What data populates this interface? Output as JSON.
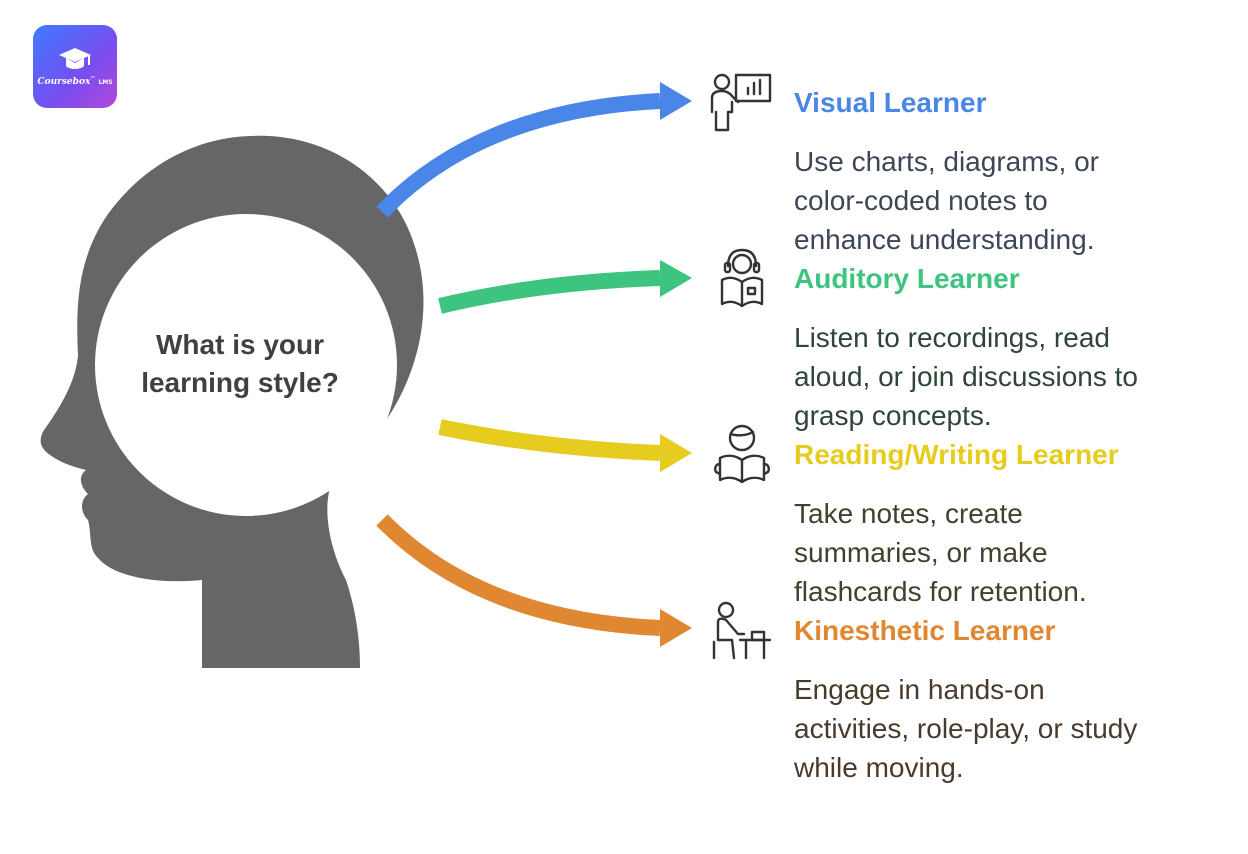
{
  "logo": {
    "name": "Coursebox",
    "trademark": "™",
    "suffix": "LMS"
  },
  "center_question": "What is your learning style?",
  "colors": {
    "head": "#666666",
    "visual": "#4a86e8",
    "auditory": "#3dc47e",
    "reading_writing": "#e6cc1e",
    "kinesthetic": "#e08732",
    "question_text": "#404040"
  },
  "styles": [
    {
      "key": "visual",
      "title": "Visual Learner",
      "title_color": "#4a86e8",
      "desc_color": "#3c4656",
      "description_lines": [
        "Use charts, diagrams, or",
        "color-coded notes to",
        "enhance understanding."
      ],
      "icon": "presenter-chart-icon"
    },
    {
      "key": "auditory",
      "title": "Auditory Learner",
      "title_color": "#3dc47e",
      "desc_color": "#2f4538",
      "description_lines": [
        "Listen to recordings, read",
        "aloud, or join discussions to",
        "grasp concepts."
      ],
      "icon": "headphones-reader-icon"
    },
    {
      "key": "reading_writing",
      "title": "Reading/Writing Learner",
      "title_color": "#e6cc1e",
      "desc_color": "#43402b",
      "description_lines": [
        "Take notes, create",
        "summaries, or make",
        "flashcards for retention."
      ],
      "icon": "book-reader-icon"
    },
    {
      "key": "kinesthetic",
      "title": "Kinesthetic Learner",
      "title_color": "#e08732",
      "desc_color": "#4a3a2c",
      "description_lines": [
        "Engage in hands-on",
        "activities, role-play, or study",
        "while moving."
      ],
      "icon": "desk-worker-icon"
    }
  ]
}
